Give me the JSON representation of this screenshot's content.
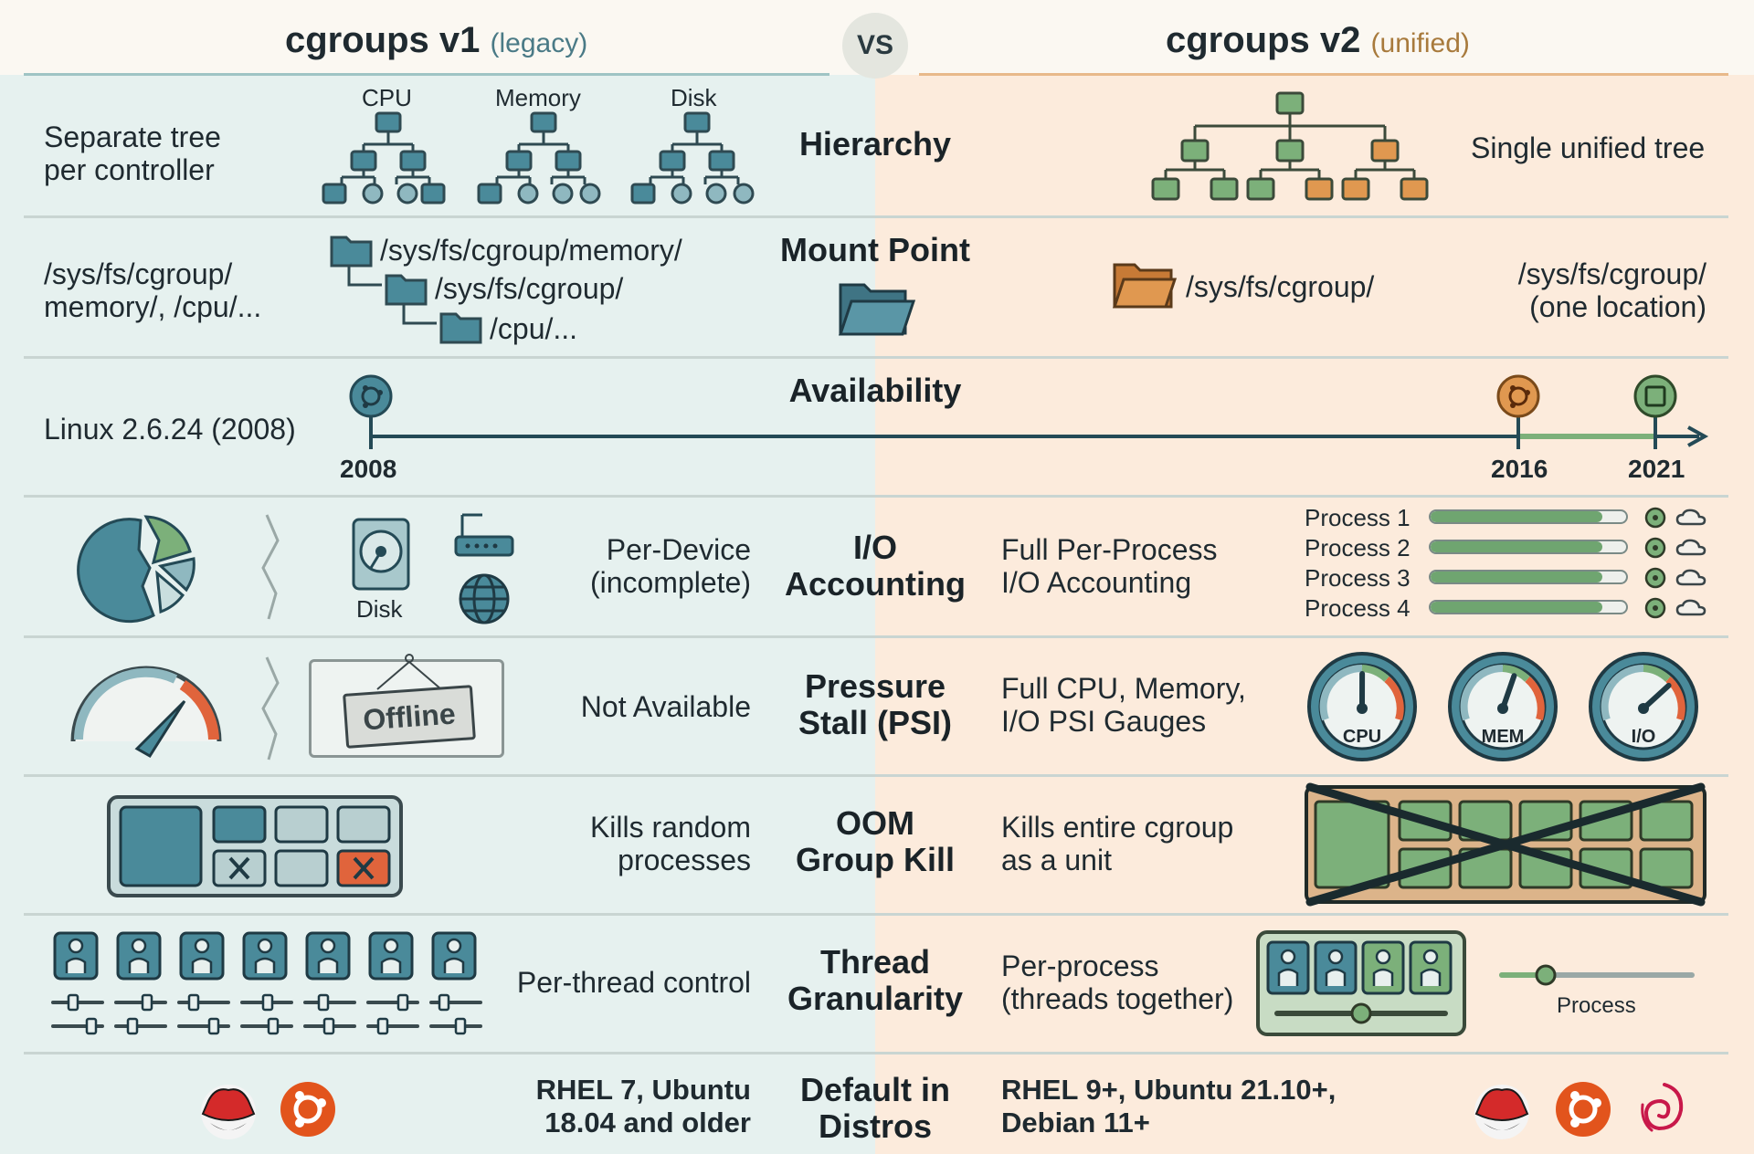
{
  "header": {
    "v1_title": "cgroups v1",
    "v1_sub": "(legacy)",
    "vs": "VS",
    "v2_title": "cgroups v2",
    "v2_sub": "(unified)"
  },
  "rows": {
    "hierarchy": {
      "category": "Hierarchy",
      "v1_text": [
        "Separate tree",
        "per controller"
      ],
      "v1_trees": [
        "CPU",
        "Memory",
        "Disk"
      ],
      "v2_text": "Single unified tree"
    },
    "mount": {
      "category": "Mount Point",
      "v1_text": [
        "/sys/fs/cgroup/",
        "memory/, /cpu/..."
      ],
      "v1_paths": [
        "/sys/fs/cgroup/memory/",
        "/sys/fs/cgroup/",
        "/cpu/..."
      ],
      "v2_path": "/sys/fs/cgroup/",
      "v2_text": [
        "/sys/fs/cgroup/",
        "(one location)"
      ]
    },
    "availability": {
      "category": "Availability",
      "v1_text": "Linux 2.6.24 (2008)",
      "years": [
        "2008",
        "2016",
        "2021"
      ]
    },
    "io": {
      "category": [
        "I/O",
        "Accounting"
      ],
      "v1_disk_label": "Disk",
      "v1_text": [
        "Per-Device",
        "(incomplete)"
      ],
      "v2_text": [
        "Full Per-Process",
        "I/O Accounting"
      ],
      "processes": [
        {
          "label": "Process 1",
          "fill": 0.88
        },
        {
          "label": "Process 2",
          "fill": 0.88
        },
        {
          "label": "Process 3",
          "fill": 0.88
        },
        {
          "label": "Process 4",
          "fill": 0.88
        }
      ]
    },
    "psi": {
      "category": [
        "Pressure",
        "Stall (PSI)"
      ],
      "v1_sign": "Offline",
      "v1_text": "Not Available",
      "v2_text": [
        "Full CPU, Memory,",
        "I/O PSI Gauges"
      ],
      "gauges": [
        "CPU",
        "MEM",
        "I/O"
      ]
    },
    "oom": {
      "category": [
        "OOM",
        "Group Kill"
      ],
      "v1_text": [
        "Kills random",
        "processes"
      ],
      "v2_text": [
        "Kills entire cgroup",
        "as a unit"
      ]
    },
    "thread": {
      "category": [
        "Thread",
        "Granularity"
      ],
      "v1_text": "Per-thread control",
      "v2_text": [
        "Per-process",
        "(threads together)"
      ],
      "v2_slider_label": "Process"
    },
    "distros": {
      "category": [
        "Default in",
        "Distros"
      ],
      "v1_text": [
        "RHEL 7, Ubuntu",
        "18.04 and older"
      ],
      "v2_text": [
        "RHEL 9+, Ubuntu 21.10+,",
        "Debian 11+"
      ]
    }
  },
  "colors": {
    "teal": "#4a8a9a",
    "teal_dark": "#2f6270",
    "green": "#7cb07a",
    "orange": "#e09850",
    "red_hat": "#d42a2a",
    "ubuntu": "#e2541c"
  }
}
